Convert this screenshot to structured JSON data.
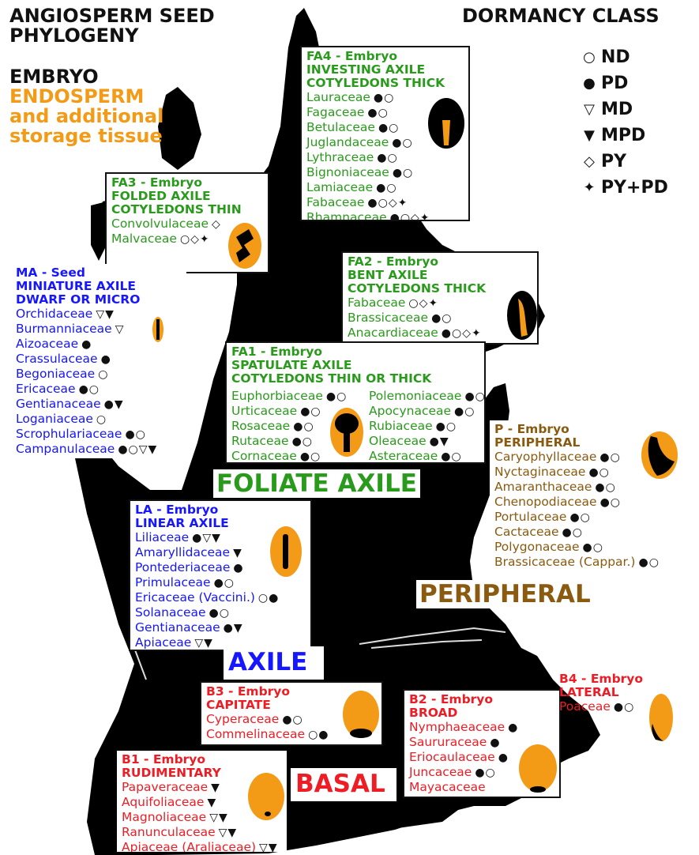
{
  "title_lines": [
    "ANGIOSPERM SEED",
    "PHYLOGENY"
  ],
  "key": {
    "embryo": "EMBRYO",
    "endosperm_lines": [
      "ENDOSPERM",
      "and additional",
      "storage tissue"
    ]
  },
  "dormancy": {
    "heading": "DORMANCY CLASS",
    "items": [
      {
        "symbol": "○",
        "label": "ND"
      },
      {
        "symbol": "●",
        "label": "PD"
      },
      {
        "symbol": "▽",
        "label": "MD"
      },
      {
        "symbol": "▼",
        "label": "MPD"
      },
      {
        "symbol": "◇",
        "label": "PY"
      },
      {
        "symbol": "✦",
        "label": "PY+PD"
      }
    ]
  },
  "groups": {
    "foliate": "FOLIATE AXILE",
    "axile": "AXILE",
    "peripheral": "PERIPHERAL",
    "basal": "BASAL"
  },
  "colors": {
    "green": "#2a9a1c",
    "blue": "#1616ff",
    "red": "#ee1c24",
    "brown": "#8a5a10",
    "orange": "#f39a16"
  },
  "boxes": {
    "fa4": {
      "title": [
        "FA4 - Embryo",
        "INVESTING AXILE",
        "COTYLEDONS THICK"
      ],
      "families": [
        {
          "name": "Lauraceae",
          "sym": "●○"
        },
        {
          "name": "Fagaceae",
          "sym": "●○"
        },
        {
          "name": "Betulaceae",
          "sym": "●○"
        },
        {
          "name": "Juglandaceae",
          "sym": "●○"
        },
        {
          "name": "Lythraceae",
          "sym": "●○"
        },
        {
          "name": "Bignoniaceae",
          "sym": "●○"
        },
        {
          "name": "Lamiaceae",
          "sym": "●○"
        },
        {
          "name": "Fabaceae",
          "sym": "●○◇✦"
        },
        {
          "name": "Rhamnaceae",
          "sym": "●○◇✦"
        }
      ]
    },
    "fa3": {
      "title": [
        "FA3 - Embryo",
        "FOLDED AXILE",
        "COTYLEDONS THIN"
      ],
      "families": [
        {
          "name": "Convolvulaceae",
          "sym": "◇"
        },
        {
          "name": "Malvaceae",
          "sym": "○◇✦"
        }
      ]
    },
    "fa2": {
      "title": [
        "FA2 - Embryo",
        "BENT AXILE",
        "COTYLEDONS THICK"
      ],
      "families": [
        {
          "name": "Fabaceae",
          "sym": "○◇✦"
        },
        {
          "name": "Brassicaceae",
          "sym": "●○"
        },
        {
          "name": "Anacardiaceae",
          "sym": "●○◇✦"
        }
      ]
    },
    "ma": {
      "title": [
        "MA - Seed",
        "MINIATURE AXILE",
        "DWARF OR MICRO"
      ],
      "families": [
        {
          "name": "Orchidaceae",
          "sym": "▽▼"
        },
        {
          "name": "Burmanniaceae",
          "sym": "▽"
        },
        {
          "name": "Aizoaceae",
          "sym": "●"
        },
        {
          "name": "Crassulaceae",
          "sym": "●"
        },
        {
          "name": "Begoniaceae",
          "sym": "○"
        },
        {
          "name": "Ericaceae",
          "sym": "●○"
        },
        {
          "name": "Gentianaceae",
          "sym": "●▼"
        },
        {
          "name": "Loganiaceae",
          "sym": "○"
        },
        {
          "name": "Scrophulariaceae",
          "sym": "●○"
        },
        {
          "name": "Campanulaceae",
          "sym": "●○▽▼"
        }
      ]
    },
    "fa1": {
      "title": [
        "FA1 - Embryo",
        "SPATULATE AXILE",
        "COTYLEDONS THIN OR THICK"
      ],
      "families_left": [
        {
          "name": "Euphorbiaceae",
          "sym": "●○"
        },
        {
          "name": "Urticaceae",
          "sym": "●○"
        },
        {
          "name": "Rosaceae",
          "sym": "●○"
        },
        {
          "name": "Rutaceae",
          "sym": "●○"
        },
        {
          "name": "Cornaceae",
          "sym": "●○"
        }
      ],
      "families_right": [
        {
          "name": "Polemoniaceae",
          "sym": "●○"
        },
        {
          "name": "Apocynaceae",
          "sym": "●○"
        },
        {
          "name": "Rubiaceae",
          "sym": "●○"
        },
        {
          "name": "Oleaceae",
          "sym": "●▼"
        },
        {
          "name": "Asteraceae",
          "sym": "●○"
        }
      ]
    },
    "p": {
      "title": [
        "P - Embryo",
        "PERIPHERAL"
      ],
      "families": [
        {
          "name": "Caryophyllaceae",
          "sym": "●○"
        },
        {
          "name": "Nyctaginaceae",
          "sym": "●○"
        },
        {
          "name": "Amaranthaceae",
          "sym": "●○"
        },
        {
          "name": "Chenopodiaceae",
          "sym": "●○"
        },
        {
          "name": "Portulaceae",
          "sym": "●○"
        },
        {
          "name": "Cactaceae",
          "sym": "●○"
        },
        {
          "name": "Polygonaceae",
          "sym": "●○"
        },
        {
          "name": "Brassicaceae (Cappar.)",
          "sym": "●○"
        }
      ]
    },
    "la": {
      "title": [
        "LA - Embryo",
        "LINEAR AXILE"
      ],
      "families": [
        {
          "name": "Liliaceae",
          "sym": "●▽▼"
        },
        {
          "name": "Amaryllidaceae",
          "sym": "▼"
        },
        {
          "name": "Pontederiaceae",
          "sym": "●"
        },
        {
          "name": "Primulaceae",
          "sym": "●○"
        },
        {
          "name": "Ericaceae (Vaccini.)",
          "sym": "○●"
        },
        {
          "name": "Solanaceae",
          "sym": "●○"
        },
        {
          "name": "Gentianaceae",
          "sym": "●▼"
        },
        {
          "name": "Apiaceae",
          "sym": "▽▼"
        }
      ]
    },
    "b3": {
      "title": [
        "B3 - Embryo",
        "CAPITATE"
      ],
      "families": [
        {
          "name": "Cyperaceae",
          "sym": "●○"
        },
        {
          "name": "Commelinaceae",
          "sym": "○●"
        }
      ]
    },
    "b2": {
      "title": [
        "B2 - Embryo",
        "BROAD"
      ],
      "families": [
        {
          "name": "Nymphaeaceae",
          "sym": "●"
        },
        {
          "name": "Saururaceae",
          "sym": "●"
        },
        {
          "name": "Eriocaulaceae",
          "sym": "●"
        },
        {
          "name": "Juncaceae",
          "sym": "●○"
        },
        {
          "name": "Mayacaceae",
          "sym": ""
        }
      ]
    },
    "b4": {
      "title": [
        "B4 - Embryo",
        "LATERAL"
      ],
      "families": [
        {
          "name": "Poaceae",
          "sym": "●○"
        }
      ]
    },
    "b1": {
      "title": [
        "B1 - Embryo",
        "RUDIMENTARY"
      ],
      "families": [
        {
          "name": "Papaveraceae",
          "sym": "▼"
        },
        {
          "name": "Aquifoliaceae",
          "sym": "▼"
        },
        {
          "name": "Magnoliaceae",
          "sym": "▽▼"
        },
        {
          "name": "Ranunculaceae",
          "sym": "▽▼"
        },
        {
          "name": "Apiaceae (Araliaceae)",
          "sym": "▽▼"
        }
      ]
    }
  }
}
